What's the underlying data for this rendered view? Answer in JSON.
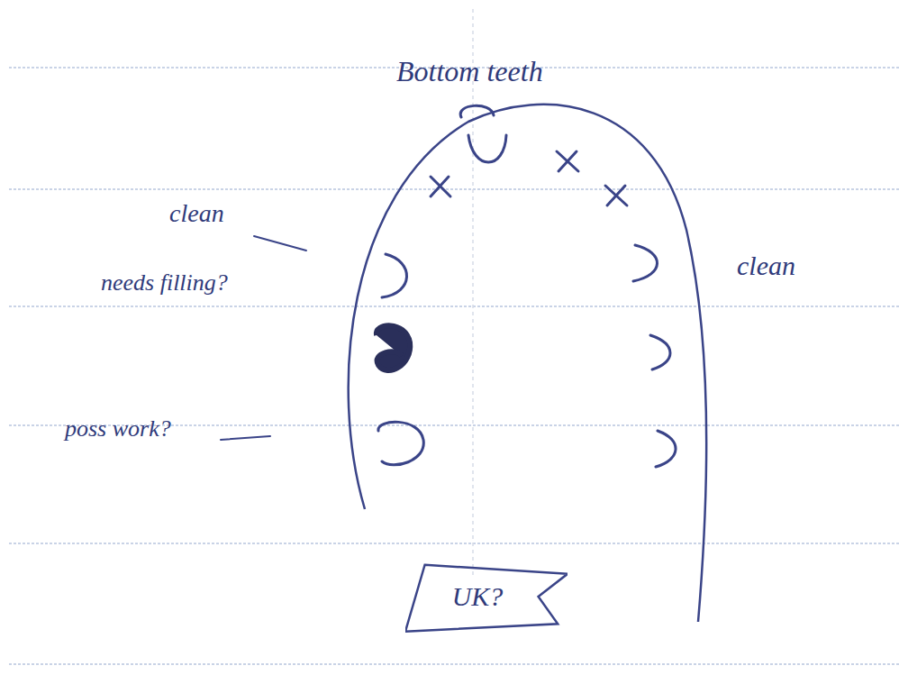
{
  "diagram": {
    "title": "Bottom teeth",
    "nodes": [
      {
        "text": [
          "UK?"
        ]
      }
    ],
    "labels": [
      "clean",
      "clean",
      "needs filling?",
      "poss work?"
    ]
  }
}
